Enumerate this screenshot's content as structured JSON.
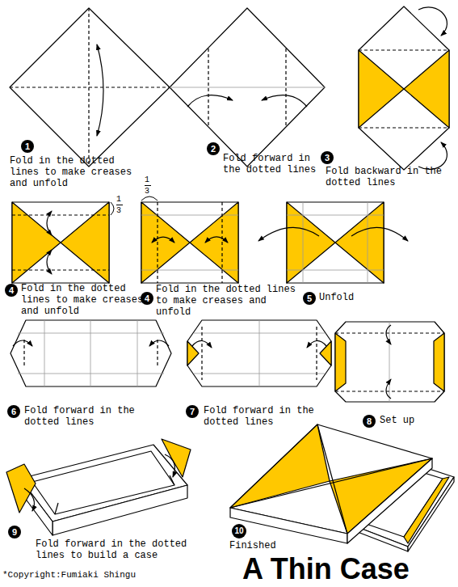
{
  "diagram": {
    "title": "A Thin Case",
    "nodes": [
      {
        "text": [
          "1"
        ]
      },
      {
        "text": [
          "2"
        ]
      },
      {
        "text": [
          "3"
        ]
      },
      {
        "text": [
          "4"
        ]
      },
      {
        "text": [
          "4"
        ]
      },
      {
        "text": [
          "5"
        ]
      },
      {
        "text": [
          "6"
        ]
      },
      {
        "text": [
          "7"
        ]
      },
      {
        "text": [
          "8"
        ]
      },
      {
        "text": [
          "9"
        ]
      },
      {
        "text": [
          "10"
        ]
      }
    ],
    "labels": [
      "Fold in the dotted lines to make creases and unfold",
      "Fold forward in the dotted lines",
      "Fold backward in the dotted lines",
      "1",
      "3",
      "Fold in the dotted lines to make creases and unfold",
      "1",
      "3",
      "Fold in the dotted lines to make creases and unfold",
      "Unfold",
      "Fold forward in the dotted lines",
      "Fold forward in the dotted lines",
      "Set up",
      "Fold forward in the dotted lines to build a case",
      "Finished",
      "*Copyright:Fumiaki Shingu"
    ]
  }
}
